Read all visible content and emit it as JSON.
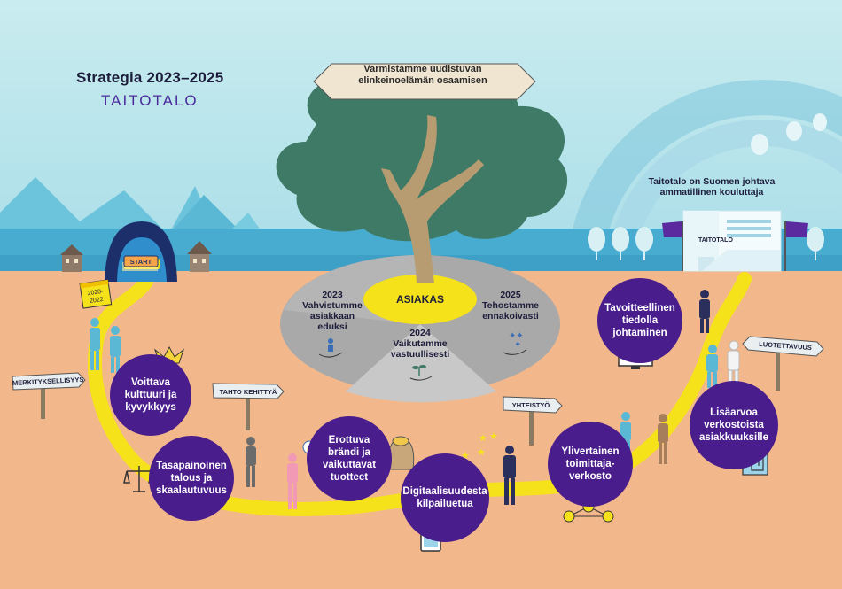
{
  "header": {
    "title": "Strategia 2023–2025",
    "brand": "TAITOTALO"
  },
  "banner": {
    "line1": "Varmistamme uudistuvan",
    "line2": "elinkeinoelämän osaamisen"
  },
  "tagline": {
    "line1": "Taitotalo on Suomen johtava",
    "line2": "ammatillinen kouluttaja"
  },
  "building_logo": "TAITOTALO",
  "gate": "START",
  "calendar": {
    "line1": "2020-",
    "line2": "2022"
  },
  "hub": {
    "center": "ASIAKAS",
    "y2023": {
      "year": "2023",
      "text": [
        "Vahvistumme",
        "asiakkaan",
        "eduksi"
      ]
    },
    "y2024": {
      "year": "2024",
      "text": [
        "Vaikutamme",
        "vastuullisesti"
      ]
    },
    "y2025": {
      "year": "2025",
      "text": [
        "Tehostamme",
        "ennakoivasti"
      ]
    }
  },
  "signs": {
    "merkityksellisyys": "MERKITYKSELLISYYS",
    "tahto": "TAHTO KEHITTYÄ",
    "yhteistyo": "YHTEISTYÖ",
    "luotettavuus": "LUOTETTAVUUS"
  },
  "goals": {
    "kulttuuri": [
      "Voittava",
      "kulttuuri ja",
      "kyvykkyys"
    ],
    "talous": [
      "Tasapainoinen",
      "talous ja",
      "skaalautuvuus"
    ],
    "brandi": [
      "Erottuva",
      "brändi ja",
      "vaikuttavat",
      "tuotteet"
    ],
    "digi": [
      "Digitaalisuudesta",
      "kilpailuetua"
    ],
    "verkosto": [
      "Ylivertainen",
      "toimittaja-",
      "verkosto"
    ],
    "lisaarvo": [
      "Lisäarvoa",
      "verkostoista",
      "asiakkuuksille"
    ],
    "tieto": [
      "Tavoitteellinen",
      "tiedolla",
      "johtaminen"
    ]
  },
  "colors": {
    "sky": "#bfe8ee",
    "ground": "#f2b88c",
    "path": "#f5e21b",
    "goal_circle": "#4a1d8c",
    "brand": "#4a2c9c",
    "tree": "#3f7a66",
    "hub_center": "#f5e21b",
    "hub_gray": "#bdbdbd"
  },
  "icons": [
    "tree-icon",
    "gate-icon",
    "crown-icon",
    "scales-icon",
    "coins-sack-icon",
    "tablet-icon",
    "network-icon",
    "maze-icon",
    "monitor-icon",
    "hand-people-icon",
    "hand-sprout-icon",
    "hand-sparkle-icon",
    "house-icon",
    "balloon-icon",
    "flag-icon"
  ]
}
